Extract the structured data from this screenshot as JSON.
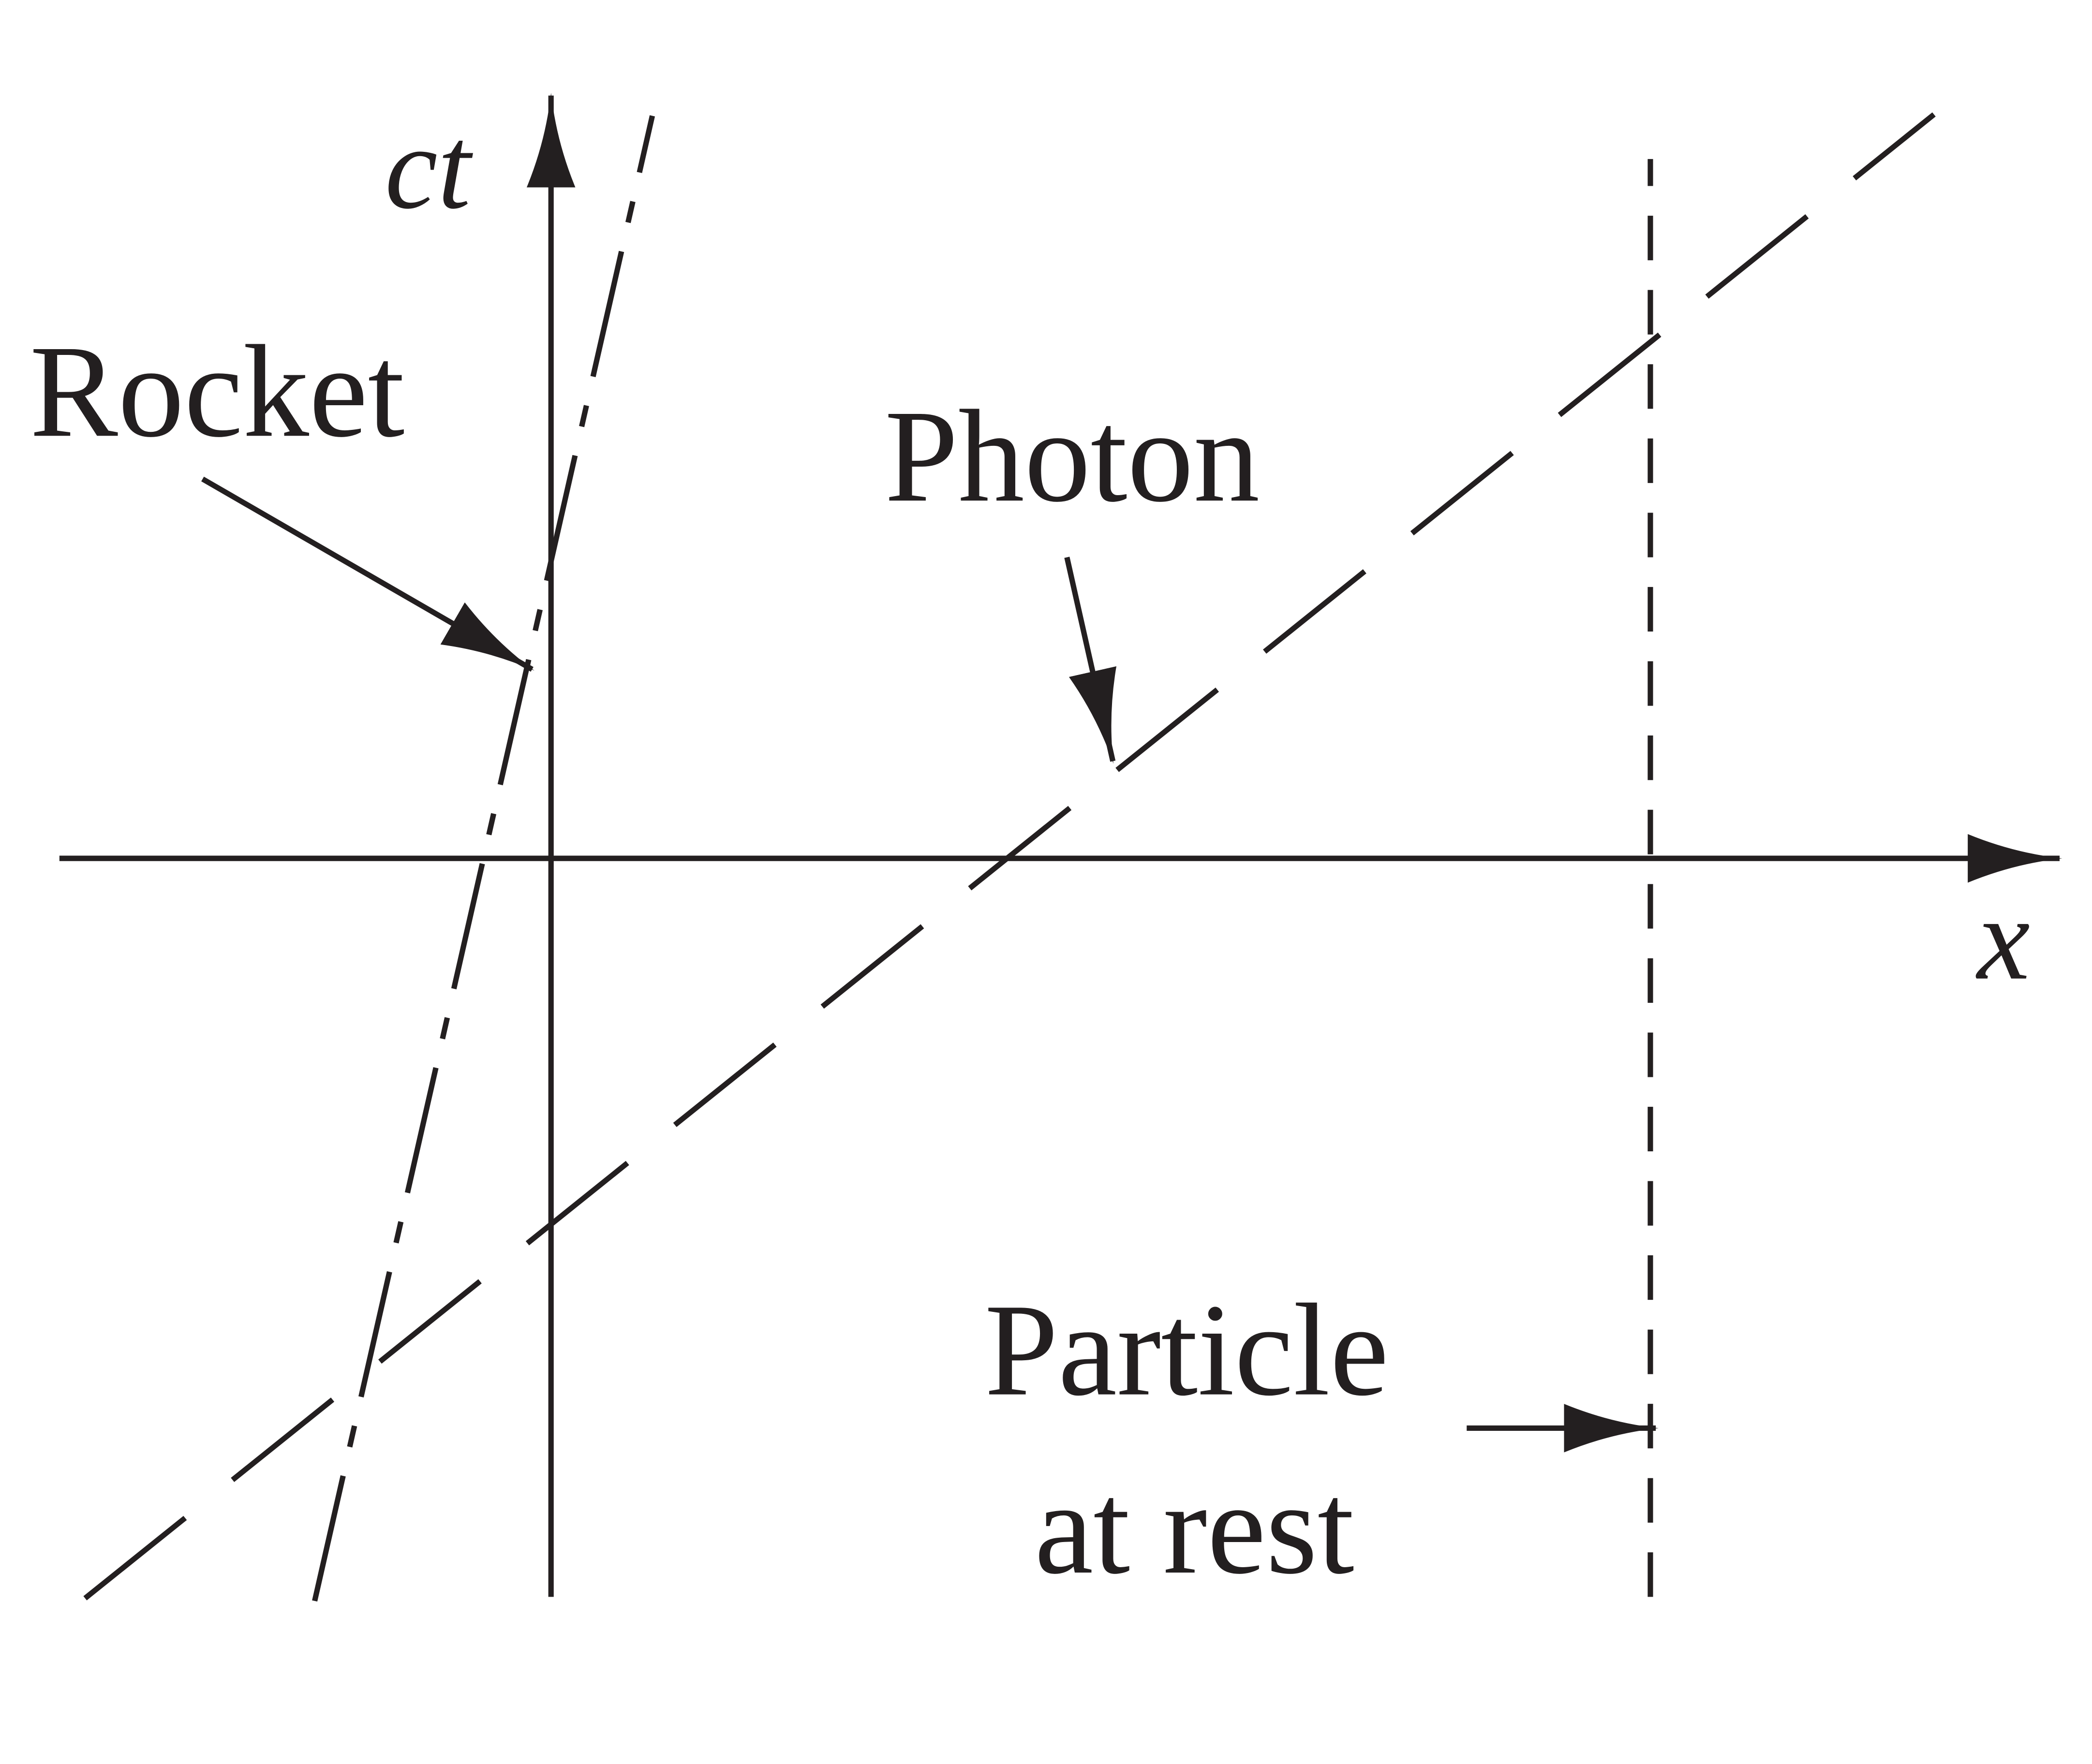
{
  "axes": {
    "vertical_label": "ct",
    "horizontal_label": "x"
  },
  "labels": {
    "rocket": "Rocket",
    "photon": "Photon",
    "particle_line1": "Particle",
    "particle_line2": "at rest"
  },
  "colors": {
    "ink": "#231f20",
    "background": "#ffffff"
  }
}
